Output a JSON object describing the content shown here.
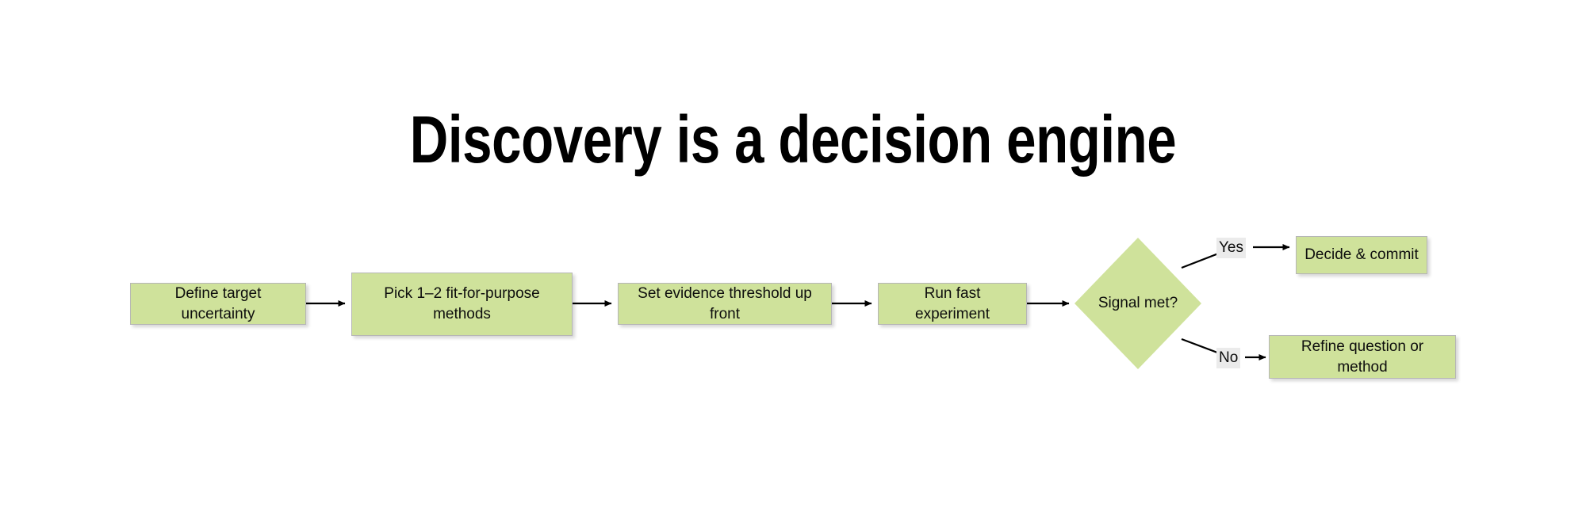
{
  "slide": {
    "title": "Discovery is a decision engine",
    "background_color": "#ffffff"
  },
  "theme": {
    "node_fill": "#cfe29b",
    "node_border": "#b6b6b6",
    "edge_color": "#000000",
    "edge_label_background": "#ebebeb",
    "text_color": "#0d0d0d"
  },
  "diagram": {
    "type": "flowchart",
    "orientation": "left-to-right",
    "nodes": [
      {
        "id": "n1",
        "shape": "rectangle",
        "label": "Define target uncertainty"
      },
      {
        "id": "n2",
        "shape": "rectangle",
        "label": "Pick 1–2 fit-for-purpose methods"
      },
      {
        "id": "n3",
        "shape": "rectangle",
        "label": "Set evidence threshold up front"
      },
      {
        "id": "n4",
        "shape": "rectangle",
        "label": "Run fast experiment"
      },
      {
        "id": "n5",
        "shape": "diamond",
        "label": "Signal met?"
      },
      {
        "id": "n6",
        "shape": "rectangle",
        "label": "Decide & commit"
      },
      {
        "id": "n7",
        "shape": "rectangle",
        "label": "Refine question or method"
      }
    ],
    "edges": [
      {
        "from": "n1",
        "to": "n2",
        "label": ""
      },
      {
        "from": "n2",
        "to": "n3",
        "label": ""
      },
      {
        "from": "n3",
        "to": "n4",
        "label": ""
      },
      {
        "from": "n4",
        "to": "n5",
        "label": ""
      },
      {
        "from": "n5",
        "to": "n6",
        "label": "Yes"
      },
      {
        "from": "n5",
        "to": "n7",
        "label": "No"
      }
    ],
    "edge_labels": {
      "yes": "Yes",
      "no": "No"
    }
  }
}
